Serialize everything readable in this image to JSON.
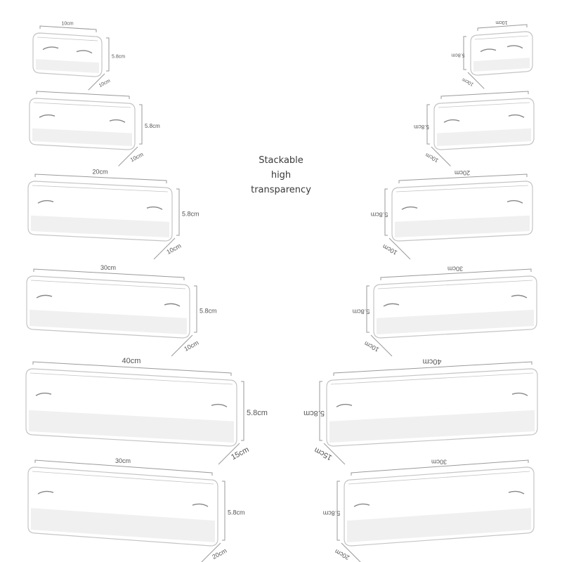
{
  "tagline": {
    "line1": "Stackable",
    "line2": "high",
    "line3": "transparency"
  },
  "colors": {
    "box_edge": "#c4c4c4",
    "box_base": "#e9e9e9",
    "dim_line": "#9a9a9a",
    "dim_text": "#555555"
  },
  "boxes_left": [
    {
      "id": "L1",
      "width": "10cm",
      "height": "5.8cm",
      "depth": "10cm"
    },
    {
      "id": "L2",
      "width": "",
      "height": "5.8cm",
      "depth": "10cm"
    },
    {
      "id": "L3",
      "width": "20cm",
      "height": "5.8cm",
      "depth": "10cm"
    },
    {
      "id": "L4",
      "width": "30cm",
      "height": "5.8cm",
      "depth": "10cm"
    },
    {
      "id": "L5",
      "width": "40cm",
      "height": "5.8cm",
      "depth": "15cm"
    },
    {
      "id": "L6",
      "width": "30cm",
      "height": "5.8cm",
      "depth": "20cm"
    }
  ],
  "boxes_right": [
    {
      "id": "R1",
      "width": "10cm",
      "height": "5.8cm",
      "depth": "10cm"
    },
    {
      "id": "R2",
      "width": "",
      "height": "5.8cm",
      "depth": "10cm"
    },
    {
      "id": "R3",
      "width": "20cm",
      "height": "5.8cm",
      "depth": "10cm"
    },
    {
      "id": "R4",
      "width": "30cm",
      "height": "5.8cm",
      "depth": "10cm"
    },
    {
      "id": "R5",
      "width": "40cm",
      "height": "5.8cm",
      "depth": "15cm"
    },
    {
      "id": "R6",
      "width": "30cm",
      "height": "5.8cm",
      "depth": "20cm"
    }
  ]
}
